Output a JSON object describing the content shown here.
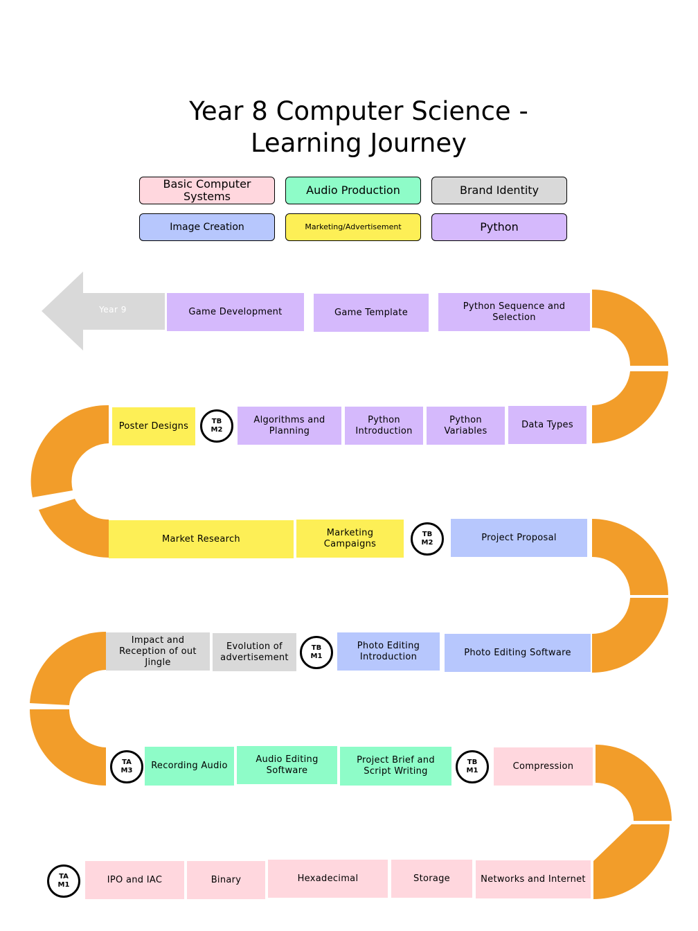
{
  "title": {
    "line1": "Year 8 Computer Science -",
    "line2": "Learning Journey"
  },
  "legend": [
    {
      "label": "Basic Computer Systems",
      "color": "#ffd7de"
    },
    {
      "label": "Audio Production",
      "color": "#8efcc8"
    },
    {
      "label": "Brand Identity",
      "color": "#d9d9d9"
    },
    {
      "label": "Image Creation",
      "color": "#b7c7fd"
    },
    {
      "label": "Marketing/Advertisement",
      "color": "#fdef56"
    },
    {
      "label": "Python",
      "color": "#d5b9fc"
    }
  ],
  "colors": {
    "road": "#f29d2a",
    "basic": "#ffd7de",
    "audio": "#8efcc8",
    "brand": "#d9d9d9",
    "image": "#b7c7fd",
    "marketing": "#fdef56",
    "python": "#d5b9fc",
    "arrow": "#d9d9d9"
  },
  "next_year": "Year 9",
  "rows": {
    "row1": [
      "Game  Development",
      "Game  Template",
      "Python Sequence and Selection"
    ],
    "row2": [
      "Poster Designs",
      "Algorithms  and Planning",
      "Python Introduction",
      "Python Variables",
      "Data Types"
    ],
    "row3": [
      "Market Research",
      "Marketing Campaigns",
      "Project Proposal"
    ],
    "row4": [
      "Impact and Reception of out Jingle",
      "Evolution  of advertisement",
      "Photo Editing Introduction",
      "Photo Editing  Software"
    ],
    "row5": [
      "Recording  Audio",
      "Audio Editing Software",
      "Project Brief  and Script Writing",
      "Compression"
    ],
    "row6": [
      "IPO  and IAC",
      "Binary",
      "Hexadecimal",
      "Storage",
      "Networks and Internet"
    ]
  },
  "badges": {
    "b_row2": [
      "TB",
      "M2"
    ],
    "b_row3": [
      "TB",
      "M2"
    ],
    "b_row4": [
      "TB",
      "M1"
    ],
    "b_row5a": [
      "TA",
      "M3"
    ],
    "b_row5b": [
      "TB",
      "M1"
    ],
    "b_row6": [
      "TA",
      "M1"
    ]
  }
}
